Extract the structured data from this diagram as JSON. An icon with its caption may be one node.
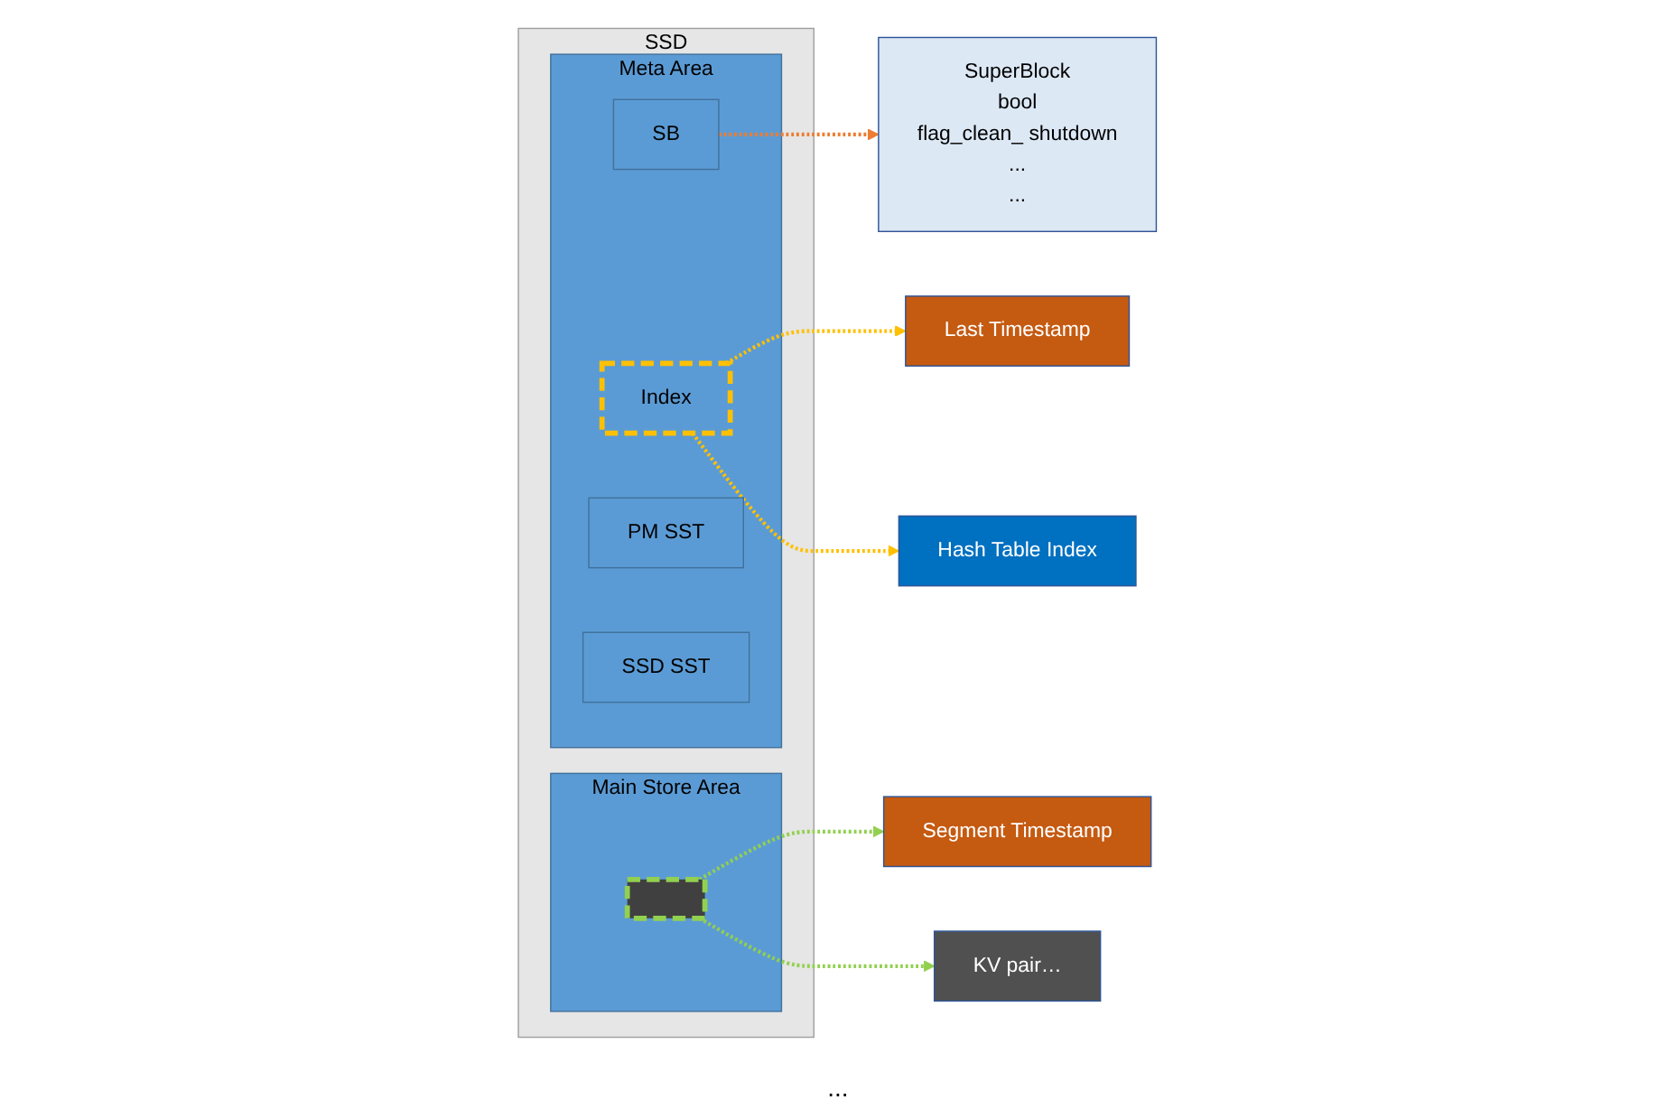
{
  "diagram": {
    "nodes": [
      {
        "text": [
          "Segment Timestamp"
        ]
      },
      {
        "text": [
          "KV pair…"
        ]
      },
      {
        "text": [
          "SuperBlock",
          "bool",
          "flag_clean_ shutdown",
          "...",
          "..."
        ]
      },
      {
        "text": [
          "SSD"
        ]
      },
      {
        "text": [
          "Meta Area"
        ],
        "in": 3
      },
      {
        "text": [
          "SB"
        ],
        "in": 4
      },
      {
        "text": [
          "Index"
        ],
        "in": 4
      },
      {
        "text": [
          "PM SST"
        ],
        "in": 4
      },
      {
        "text": [
          "SSD SST"
        ],
        "in": 4
      },
      {
        "text": [
          "Main Store Area"
        ],
        "in": 3
      },
      {
        "text": [],
        "shape": "box",
        "in": 9
      },
      {
        "text": [
          "Last Timestamp"
        ]
      },
      {
        "text": [
          "Hash Table Index"
        ]
      }
    ],
    "edges": [
      {
        "from": 5,
        "to": 2,
        "arrow": "to",
        "style": "dashed",
        "color": "#ed7d31"
      },
      {
        "from": 10,
        "to": 0,
        "arrow": "to",
        "style": "dashed",
        "color": "#92d050"
      },
      {
        "from": 10,
        "to": 1,
        "arrow": "to",
        "style": "dashed",
        "color": "#92d050"
      },
      {
        "from": 6,
        "to": 11,
        "arrow": "to",
        "style": "dashed",
        "color": "#ffc000"
      },
      {
        "from": 6,
        "to": 12,
        "arrow": "to",
        "style": "dashed",
        "color": "#ffc000"
      }
    ],
    "labels": [
      "..."
    ]
  }
}
